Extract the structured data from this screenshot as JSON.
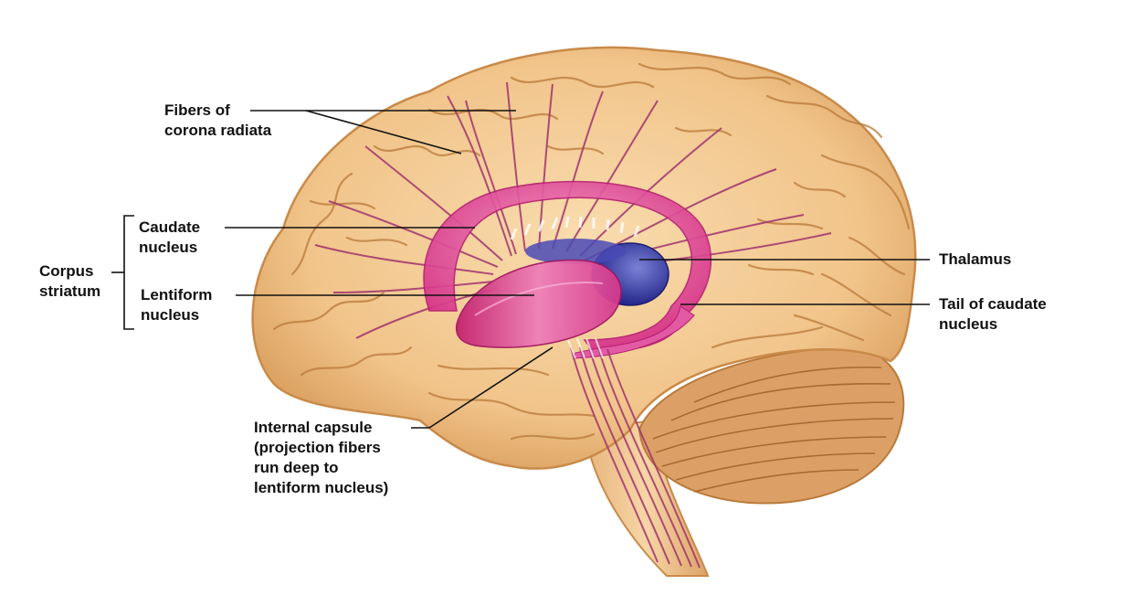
{
  "labels": {
    "corona_radiata": [
      "Fibers of",
      "corona radiata"
    ],
    "caudate_nucleus": [
      "Caudate",
      "nucleus"
    ],
    "corpus_striatum": [
      "Corpus",
      "striatum"
    ],
    "lentiform_nucleus": [
      "Lentiform",
      "nucleus"
    ],
    "thalamus": [
      "Thalamus"
    ],
    "tail_of_caudate": [
      "Tail of caudate",
      "nucleus"
    ],
    "internal_capsule": [
      "Internal capsule",
      "(projection fibers",
      "run deep to",
      "lentiform nucleus)"
    ]
  },
  "colors": {
    "brain_tan": "#f1c48a",
    "brain_outline": "#c98a49",
    "sulcus": "#b97a3a",
    "caudate_pink": "#e0479a",
    "lentiform_pink": "#d8308a",
    "fiber_purple": "#a0336e",
    "thalamus_blue": "#3a3aa8",
    "cerebellum": "#d9a067",
    "leader_line": "#111111"
  }
}
